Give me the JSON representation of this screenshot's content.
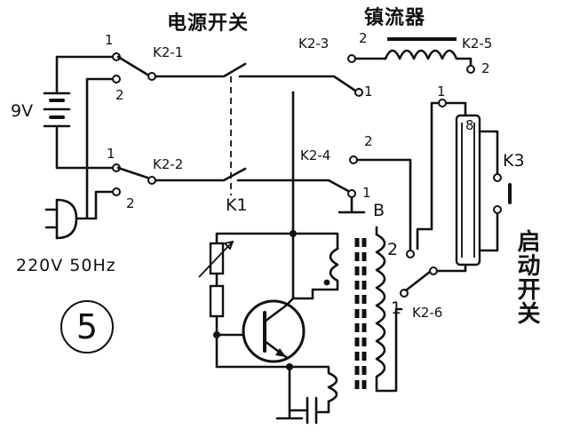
{
  "figure_number": "5",
  "titles": {
    "power_switch": "电源开关",
    "ballast": "镇流器",
    "starter_switch": "启动开关"
  },
  "battery_label": "9V",
  "mains_label": "220V 50Hz",
  "switch_labels": {
    "k2_1": "K2-1",
    "k2_2": "K2-2",
    "k2_3": "K2-3",
    "k2_4": "K2-4",
    "k2_5": "K2-5",
    "k2_6": "K2-6",
    "k1": "K1",
    "k3": "K3"
  },
  "terminal_labels": {
    "k2_1_pos1": "1",
    "k2_1_pos2": "2",
    "k2_2_pos1": "1",
    "k2_2_pos2": "2",
    "k2_3_pos2": "2",
    "k2_5_pos2": "2",
    "k2_4_pos2": "2",
    "k2_4_pos1": "1",
    "main_pos1": "1",
    "lamp_top_pos1": "1",
    "lamp_pin": "8",
    "transformer_tap2": "2",
    "k2_6_pos1": "1",
    "node_b": "B"
  }
}
